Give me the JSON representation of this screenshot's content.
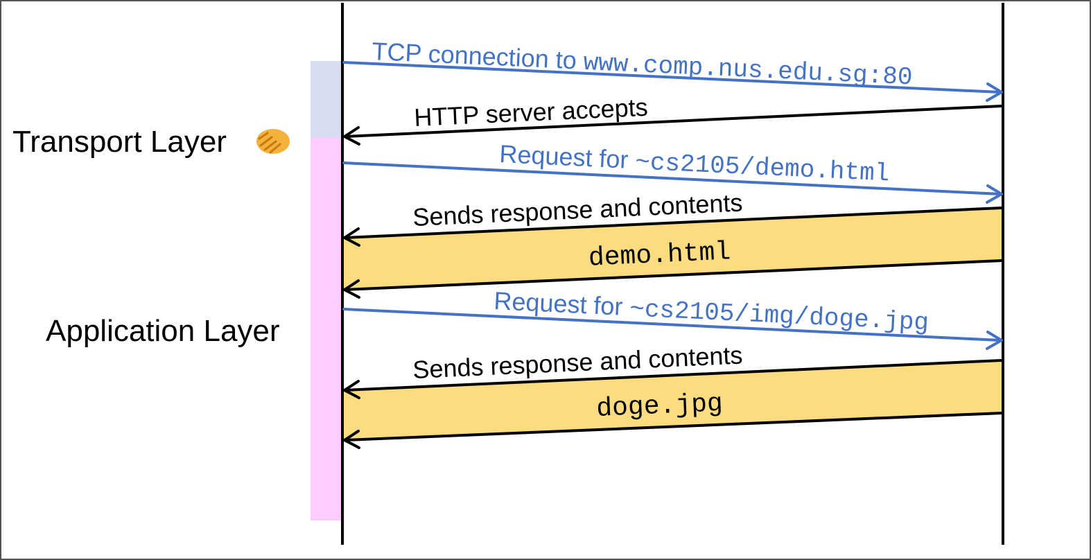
{
  "colors": {
    "request": "#4472C4",
    "response": "#000000",
    "transport_band": "#D6DEF0",
    "application_band": "#FFCCFF",
    "payload_fill": "#FDDC7F",
    "handshake_emoji": "#F5B23A"
  },
  "layers": {
    "transport": {
      "label": "Transport Layer",
      "icon": "handshake-icon"
    },
    "application": {
      "label": "Application Layer"
    }
  },
  "messages": {
    "tcp_connect": {
      "prefix": "TCP connection to ",
      "mono": "www.comp.nus.edu.sg:80"
    },
    "server_accepts": {
      "text": "HTTP server accepts"
    },
    "request_demo": {
      "prefix": "Request for ",
      "mono": "~cs2105/demo.html"
    },
    "response_demo": {
      "text": "Sends response and contents",
      "payload": "demo.html"
    },
    "request_doge": {
      "prefix": "Request for ",
      "mono": "~cs2105/img/doge.jpg"
    },
    "response_doge": {
      "text": "Sends response and contents",
      "payload": "doge.jpg"
    }
  }
}
